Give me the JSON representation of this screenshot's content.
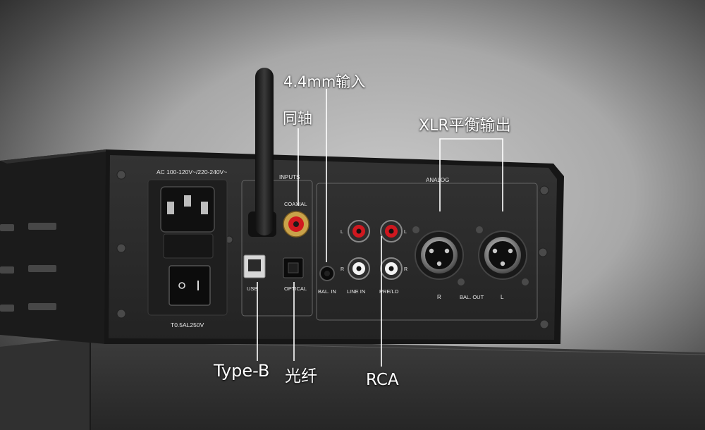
{
  "panel": {
    "ac_rating": "AC 100-120V~/220-240V~",
    "fuse": "T0.5AL250V",
    "inputs_title": "INPUTS",
    "analog_title": "ANALOG",
    "coaxial": "COAXIAL",
    "usb": "USB",
    "optical": "OPTICAL",
    "bal_in": "BAL. IN",
    "line_in": "LINE IN",
    "pre_lo": "PRE/LO",
    "xlr_r": "R",
    "bal_out": "BAL. OUT",
    "xlr_l": "L",
    "rca_l1": "L",
    "rca_l2": "L",
    "rca_r1": "R",
    "rca_r2": "R"
  },
  "callouts": {
    "mm44_input": "4.4mm输入",
    "coaxial": "同轴",
    "xlr_balanced": "XLR平衡输出",
    "type_b": "Type-B",
    "optical_fiber": "光纤",
    "rca": "RCA"
  },
  "colors": {
    "chassis": "#1a1a1a",
    "panel": "#2a2a2a",
    "rca_red": "#d0181f",
    "rca_white": "#f2f2f2",
    "gold": "#c9a24a"
  }
}
